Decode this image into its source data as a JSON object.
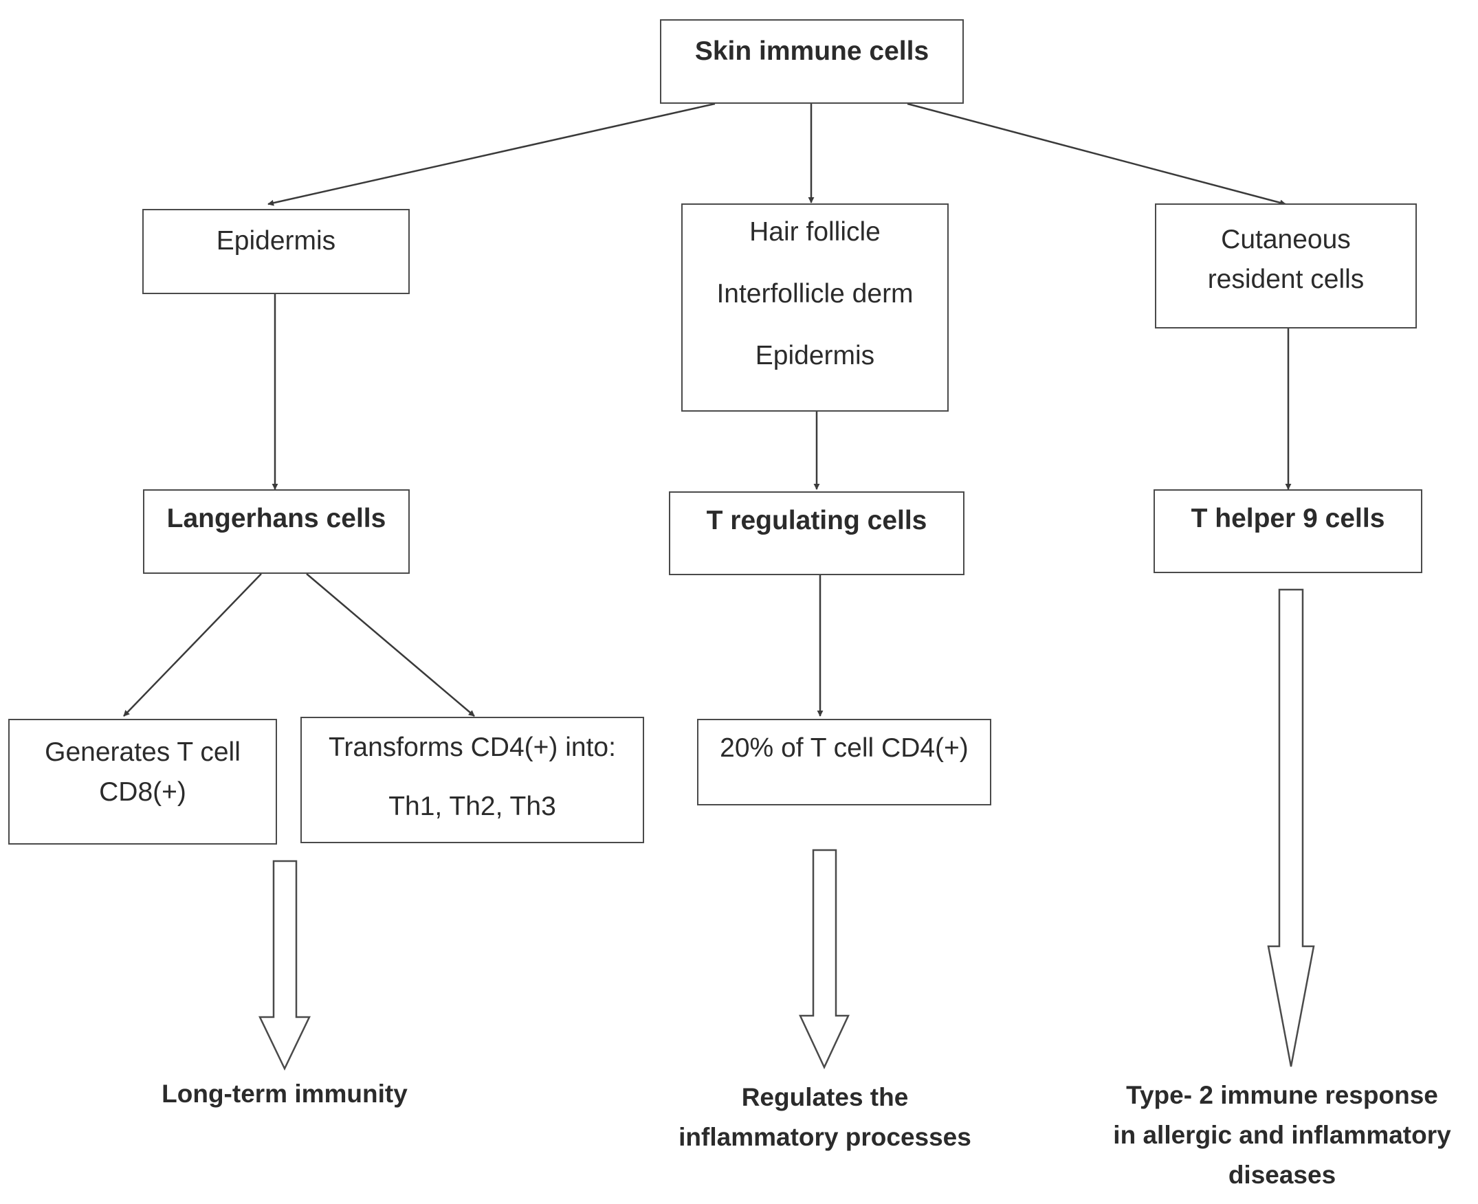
{
  "nodes": {
    "root": {
      "lines": [
        "Skin immune cells"
      ]
    },
    "epidermis": {
      "lines": [
        "Epidermis"
      ]
    },
    "hair_follicle": {
      "lines": [
        "Hair follicle",
        "Interfollicle derm",
        "Epidermis"
      ]
    },
    "cutaneous": {
      "lines": [
        "Cutaneous",
        "resident cells"
      ]
    },
    "langerhans": {
      "lines": [
        "Langerhans cells"
      ]
    },
    "t_regulating": {
      "lines": [
        "T regulating cells"
      ]
    },
    "t_helper9": {
      "lines": [
        "T helper 9 cells"
      ]
    },
    "generates_cd8": {
      "lines": [
        "Generates T cell",
        "CD8(+)"
      ]
    },
    "transforms_cd4": {
      "lines": [
        "Transforms CD4(+) into:",
        "Th1, Th2, Th3"
      ]
    },
    "pct_cd4": {
      "lines": [
        "20% of T cell CD4(+)"
      ]
    }
  },
  "outcomes": {
    "long_term": {
      "lines": [
        "Long-term immunity"
      ]
    },
    "regulates": {
      "lines": [
        "Regulates the",
        "inflammatory processes"
      ]
    },
    "type2": {
      "lines": [
        "Type- 2 immune response",
        "in allergic and inflammatory",
        "diseases"
      ]
    }
  },
  "colors": {
    "line": "#3a3a3a",
    "box_border": "#4a4a4a",
    "text": "#2b2b2b"
  }
}
